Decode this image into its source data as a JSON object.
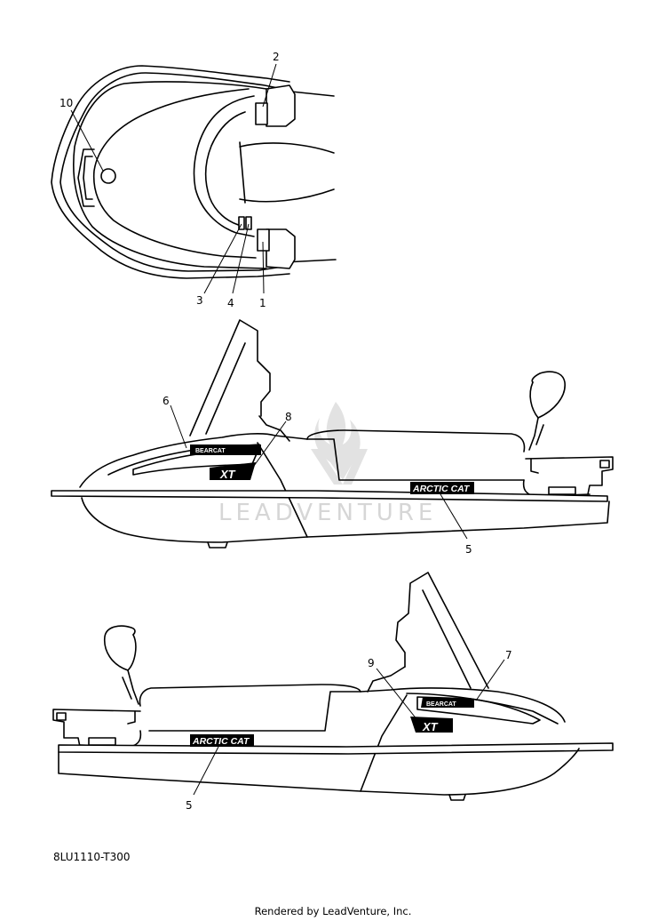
{
  "callouts": {
    "c1": "1",
    "c2": "2",
    "c3": "3",
    "c4": "4",
    "c5": "5",
    "c6": "6",
    "c7": "7",
    "c8": "8",
    "c9": "9",
    "c10": "10"
  },
  "decals": {
    "brand": "ARCTIC CAT",
    "model": "XT",
    "model_badge": "BEARCAT"
  },
  "watermark": {
    "text": "LEADVENTURE"
  },
  "part_number": "8LU1110-T300",
  "credit": "Rendered by LeadVenture, Inc.",
  "colors": {
    "line": "#000000",
    "background": "#ffffff",
    "watermark": "#d6d6d6"
  }
}
